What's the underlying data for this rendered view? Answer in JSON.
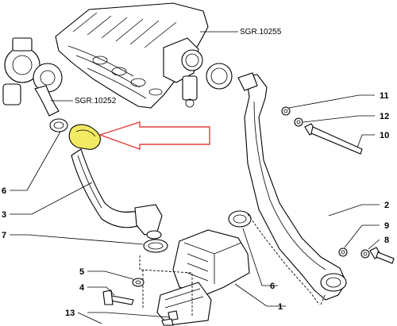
{
  "references": {
    "manifold_group": "SGR.10255",
    "turbo_group": "SGR.10252"
  },
  "callouts": [
    {
      "id": "c1",
      "label": "1"
    },
    {
      "id": "c2",
      "label": "2"
    },
    {
      "id": "c3",
      "label": "3"
    },
    {
      "id": "c4",
      "label": "4"
    },
    {
      "id": "c5",
      "label": "5"
    },
    {
      "id": "c6l",
      "label": "6"
    },
    {
      "id": "c6r",
      "label": "6"
    },
    {
      "id": "c7",
      "label": "7"
    },
    {
      "id": "c8",
      "label": "8"
    },
    {
      "id": "c9",
      "label": "9"
    },
    {
      "id": "c10",
      "label": "10"
    },
    {
      "id": "c11",
      "label": "11"
    },
    {
      "id": "c12",
      "label": "12"
    },
    {
      "id": "c13",
      "label": "13"
    }
  ],
  "colors": {
    "highlight": "#f3ea63",
    "arrow": "#e0413a"
  }
}
